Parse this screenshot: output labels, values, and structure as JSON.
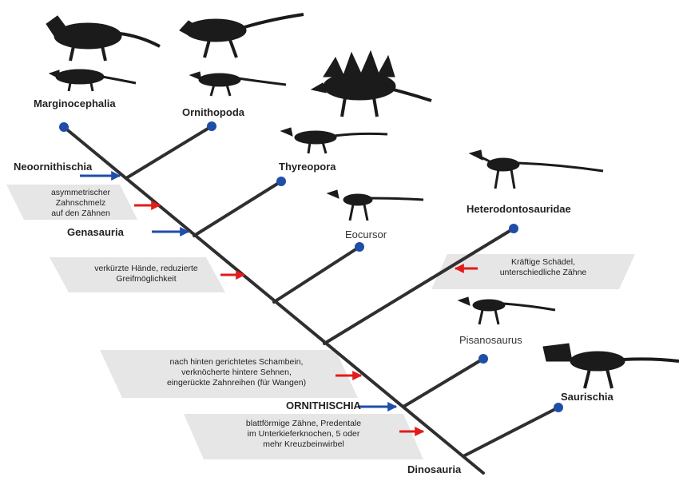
{
  "colors": {
    "branch": "#2f2f2f",
    "node": "#1f4ea8",
    "arrow_red": "#e21b1b",
    "arrow_blue": "#1f4ea8",
    "band": "#e6e6e6",
    "skeleton": "#1b1b1b"
  },
  "taxa": {
    "marginocephalia": "Marginocephalia",
    "ornithopoda": "Ornithopoda",
    "thyreopora": "Thyreopora",
    "heterodontosauridae": "Heterodontosauridae",
    "eocursor": "Eocursor",
    "pisanosaurus": "Pisanosaurus",
    "saurischia": "Saurischia",
    "dinosauria": "Dinosauria"
  },
  "clades": {
    "neoornithischia": "Neoornithischia",
    "genasauria": "Genasauria",
    "ornithischia": "ORNITHISCHIA"
  },
  "characters": {
    "c1": [
      "asymmetrischer",
      "Zahnschmelz",
      "auf den Zähnen"
    ],
    "c2": [
      "verkürzte Hände, reduzierte",
      "Greifmöglichkeit"
    ],
    "c3": [
      "Kräftige Schädel,",
      "unterschiedliche Zähne"
    ],
    "c4": [
      "nach hinten gerichtetes Schambein,",
      "verknöcherte hintere Sehnen,",
      "eingerückte Zahnreihen (für Wangen)"
    ],
    "c5": [
      "blattförmige Zähne, Predentale",
      "im Unterkieferknochen, 5 oder",
      "mehr Kreuzbeinwirbel"
    ]
  },
  "silhouettes": [
    "ceratopsian-skeleton",
    "ornithopod-skeleton",
    "ankylosaur-skeleton",
    "hypsilophodont-skeleton",
    "stegosaur-skeleton",
    "thyreophoran-skeleton",
    "heterodontosaur-skeleton",
    "eocursor-skeleton",
    "pisanosaurus-skeleton",
    "theropod-skeleton"
  ]
}
